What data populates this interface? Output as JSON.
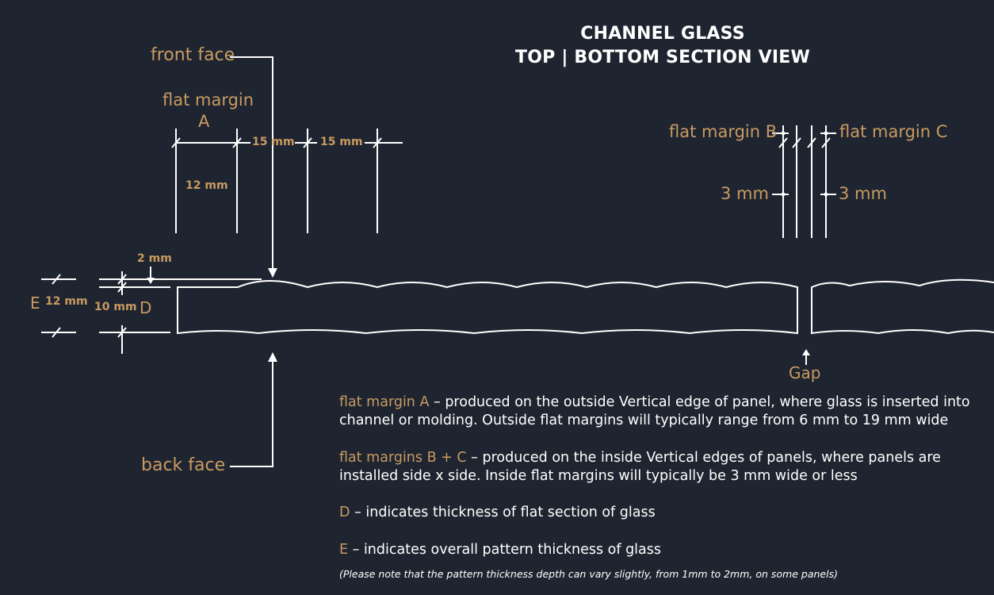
{
  "title": {
    "line1": "CHANNEL GLASS",
    "line2": "TOP | BOTTOM SECTION VIEW"
  },
  "labels": {
    "front_face": "front face",
    "back_face": "back face",
    "flat_margin_a_line1": "flat margin",
    "flat_margin_a_line2": "A",
    "dim_15mm_left": "15 mm",
    "dim_15mm_right": "15 mm",
    "dim_12mm_margin": "12 mm",
    "dim_2mm": "2 mm",
    "label_e": "E",
    "dim_12mm_e": "12 mm",
    "dim_10mm_d": "10 mm",
    "label_d": "D",
    "flat_margin_b": "flat margin B",
    "flat_margin_c": "flat margin C",
    "dim_3mm_left": "3 mm",
    "dim_3mm_right": "3 mm",
    "gap": "Gap"
  },
  "descriptions": [
    {
      "key": "flat margin A",
      "text": " – produced on the outside Vertical edge of panel, where glass is inserted into channel or molding. Outside flat margins will typically range from 6 mm to 19 mm wide"
    },
    {
      "key": "flat margins B + C",
      "text": " – produced on the inside Vertical edges of panels, where panels are installed side x side. Inside flat margins will typically be 3 mm wide or less"
    },
    {
      "key": "D",
      "text": " – indicates thickness of flat section of glass"
    },
    {
      "key": "E",
      "text": " – indicates overall pattern thickness of glass"
    }
  ],
  "note": "(Please note that the pattern thickness depth can vary slightly, from 1mm to 2mm, on some panels)",
  "colors": {
    "background": "#1f2530",
    "line": "#ffffff",
    "accent": "#c89a62"
  }
}
